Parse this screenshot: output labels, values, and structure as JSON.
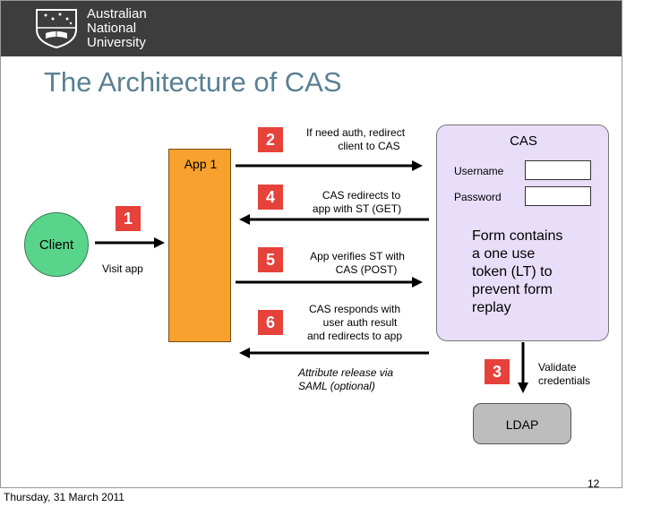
{
  "logo": {
    "line1": "Australian",
    "line2": "National",
    "line3": "University"
  },
  "title": "The Architecture of CAS",
  "app1": {
    "label": "App 1"
  },
  "client": {
    "label": "Client"
  },
  "visit_app": "Visit app",
  "steps": [
    {
      "number": "1"
    },
    {
      "number": "2",
      "line1": "If need auth, redirect",
      "line2": "client to CAS"
    },
    {
      "number": "3"
    },
    {
      "number": "4",
      "line1": "CAS redirects to",
      "line2": "app with ST (GET)"
    },
    {
      "number": "5",
      "line1": "App verifies ST with",
      "line2": "CAS (POST)"
    },
    {
      "number": "6",
      "line1": "CAS responds with",
      "line2": "user auth result",
      "line3": "and redirects to app"
    }
  ],
  "attribute": {
    "line1": "Attribute release via",
    "line2": "SAML (optional)"
  },
  "cas": {
    "title": "CAS",
    "username_label": "Username",
    "password_label": "Password",
    "form_lines": [
      "Form contains",
      "a one use",
      "token (LT) to",
      "prevent form",
      "replay"
    ]
  },
  "validate": {
    "line1": "Validate",
    "line2": "credentials"
  },
  "ldap": {
    "label": "LDAP"
  },
  "page_number": "12",
  "footer_date": "Thursday, 31 March 2011",
  "colors": {
    "header": "#3d3d3d",
    "title": "#5a8093",
    "badge": "#e6413b",
    "app": "#f8a12f",
    "client": "#59d58b",
    "cas_box": "#e8defa",
    "ldap": "#bdbdbd"
  }
}
